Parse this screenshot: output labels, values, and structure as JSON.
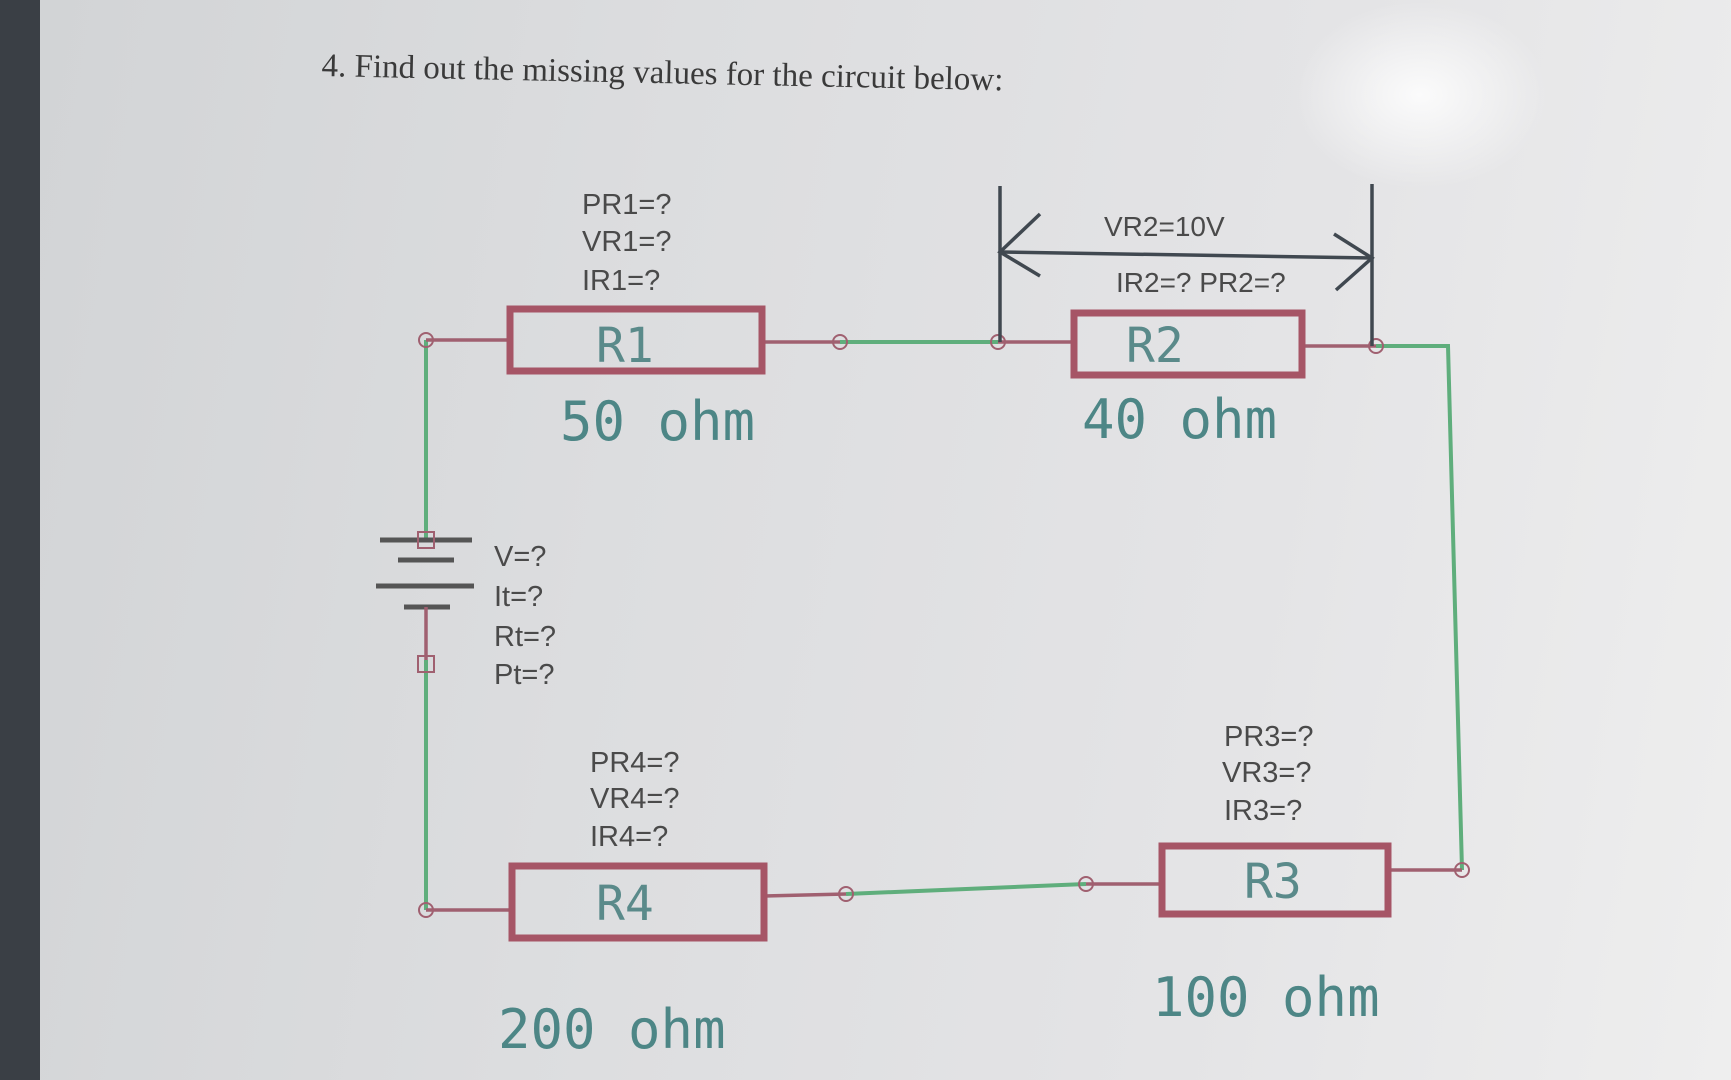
{
  "question": {
    "text": "4. Find out the missing values for the circuit below:"
  },
  "source": {
    "labels": [
      "V=?",
      "It=?",
      "Rt=?",
      "Pt=?"
    ]
  },
  "resistors": {
    "r1": {
      "ref": "R1",
      "value": "50 ohm",
      "labels": [
        "PR1=?",
        "VR1=?",
        "IR1=?"
      ]
    },
    "r2": {
      "ref": "R2",
      "value": "40 ohm",
      "voltage_label": "VR2=10V",
      "labels_line": "IR2=? PR2=?"
    },
    "r3": {
      "ref": "R3",
      "value": "100 ohm",
      "labels": [
        "PR3=?",
        "VR3=?",
        "IR3=?"
      ]
    },
    "r4": {
      "ref": "R4",
      "value": "200 ohm",
      "labels": [
        "PR4=?",
        "VR4=?",
        "IR4=?"
      ]
    }
  },
  "colors": {
    "wire": "#5fae7c",
    "resistor": "#a65566",
    "reference_text": "#5a8a8a",
    "label_text": "#4a4a4a"
  }
}
